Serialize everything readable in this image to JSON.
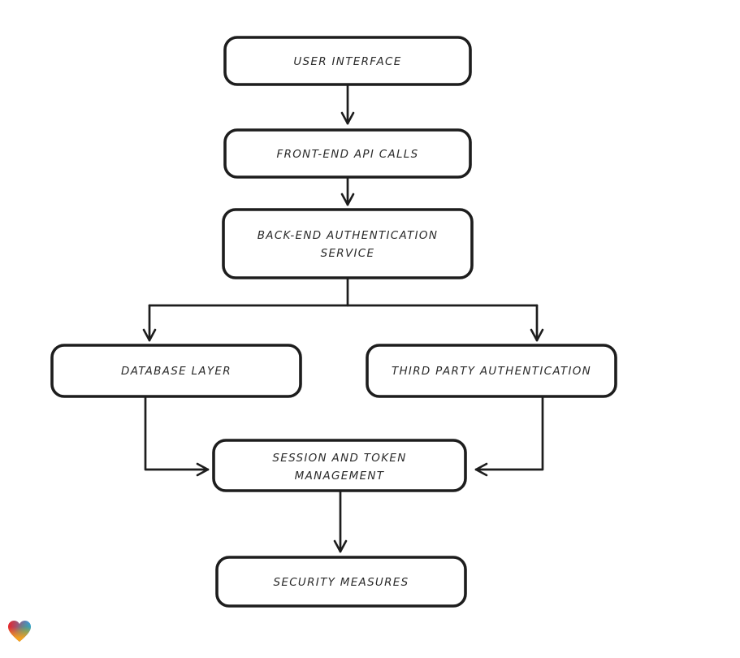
{
  "diagram": {
    "nodes": {
      "user_interface": {
        "label": "USER INTERFACE"
      },
      "front_end_api_calls": {
        "label": "FRONT-END API CALLS"
      },
      "back_end_authentication_service": {
        "line1": "BACK-END AUTHENTICATION",
        "line2": "SERVICE"
      },
      "database_layer": {
        "label": "DATABASE LAYER"
      },
      "third_party_authentication": {
        "label": "THIRD PARTY AUTHENTICATION"
      },
      "session_and_token_management": {
        "line1": "SESSION AND TOKEN",
        "line2": "MANAGEMENT"
      },
      "security_measures": {
        "label": "SECURITY MEASURES"
      }
    },
    "edges": [
      {
        "from": "user_interface",
        "to": "front_end_api_calls"
      },
      {
        "from": "front_end_api_calls",
        "to": "back_end_authentication_service"
      },
      {
        "from": "back_end_authentication_service",
        "to": "database_layer"
      },
      {
        "from": "back_end_authentication_service",
        "to": "third_party_authentication"
      },
      {
        "from": "database_layer",
        "to": "session_and_token_management"
      },
      {
        "from": "third_party_authentication",
        "to": "session_and_token_management"
      },
      {
        "from": "session_and_token_management",
        "to": "security_measures"
      }
    ],
    "style": {
      "stroke_color": "#1d1d1d",
      "node_fill": "#ffffff",
      "background": "#ffffff"
    },
    "logo": {
      "name": "heart-logo",
      "colors": {
        "red": "#e8252b",
        "blue": "#2f9fe0",
        "green": "#49b356",
        "orange": "#f6a21d"
      }
    }
  }
}
